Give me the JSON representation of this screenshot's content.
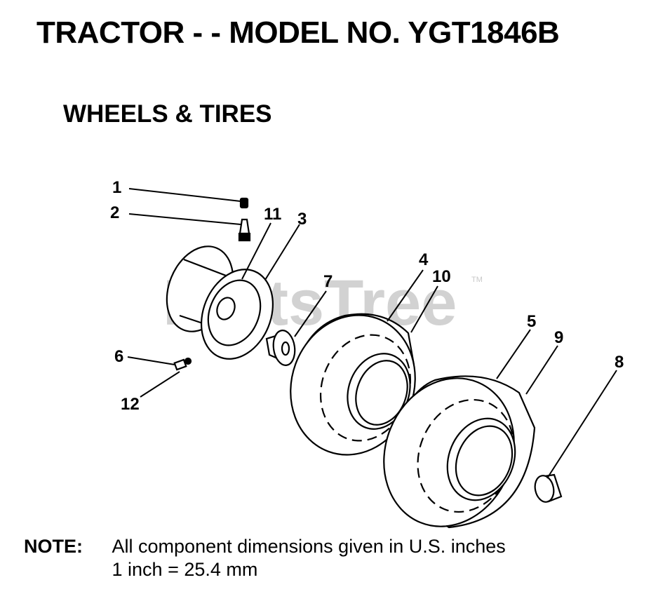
{
  "header": {
    "title": "TRACTOR - - MODEL NO. YGT1846B",
    "subtitle": "WHEELS & TIRES"
  },
  "watermark": {
    "text": "PartsTree",
    "tm": "TM"
  },
  "callouts": {
    "c1": "1",
    "c2": "2",
    "c3": "3",
    "c4": "4",
    "c5": "5",
    "c6": "6",
    "c7": "7",
    "c8": "8",
    "c9": "9",
    "c10": "10",
    "c11": "11",
    "c12": "12"
  },
  "note": {
    "label": "NOTE:",
    "line1": "All component dimensions given in U.S. inches",
    "line2": "1 inch = 25.4 mm"
  }
}
